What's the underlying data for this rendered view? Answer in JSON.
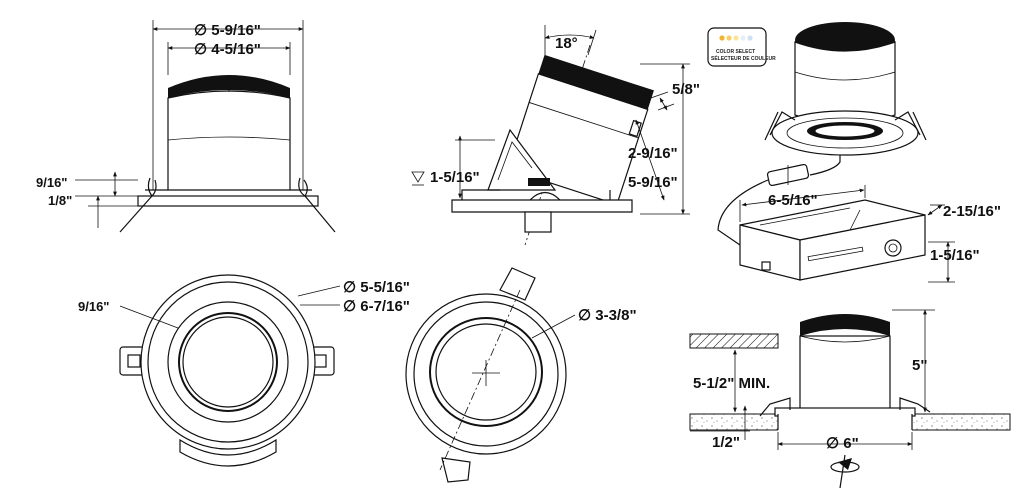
{
  "front_view": {
    "outer_diameter": "5-9/16\"",
    "inner_diameter": "4-5/16\"",
    "flange_height": "9/16\"",
    "flange_thickness": "1/8\""
  },
  "tilt_view": {
    "tilt_angle": "18°",
    "trim_offset": "5/8\"",
    "inner_depth": "2-9/16\"",
    "total_height": "5-9/16\"",
    "recess_depth": "1-5/16\""
  },
  "top_view": {
    "flange_width": "9/16\"",
    "diameter_a": "5-5/16\"",
    "diameter_b": "6-7/16\""
  },
  "tilt_top_view": {
    "aperture": "3-3/8\""
  },
  "junction_box": {
    "length": "6-5/16\"",
    "width": "2-15/16\"",
    "height": "1-5/16\"",
    "color_select_label": "COLOR SELECT",
    "color_select_label_fr": "SÉLECTEUR DE COULEUR"
  },
  "install_view": {
    "height": "5\"",
    "min_clearance": "5-1/2\" MIN.",
    "ceiling_thickness": "1/2\"",
    "cutout": "6\""
  },
  "symbols": {
    "diameter": "∅"
  }
}
